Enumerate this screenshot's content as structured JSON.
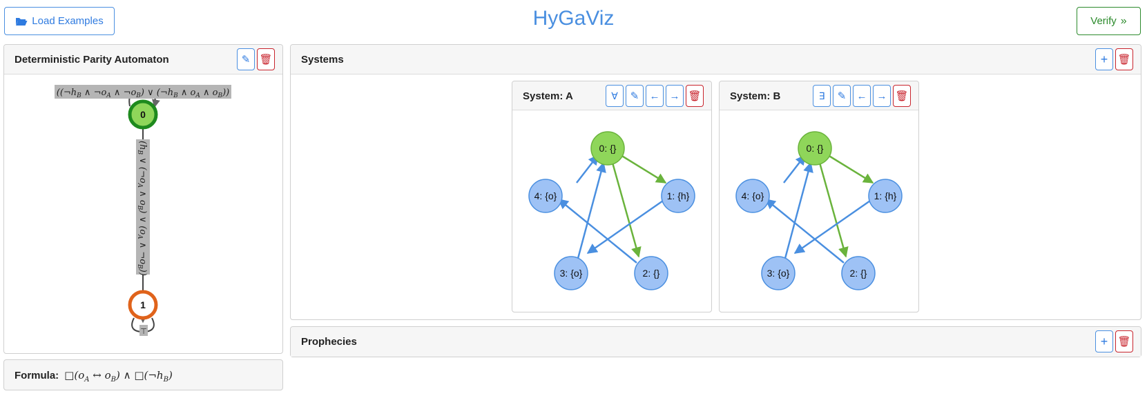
{
  "app": {
    "title": "HyGaViz"
  },
  "toolbar": {
    "load_examples_label": "Load Examples",
    "verify_label": "Verify"
  },
  "automaton": {
    "title": "Deterministic Parity Automaton",
    "states": [
      {
        "label": "0",
        "fill": "#8fd65a",
        "stroke": "#1e8a1e"
      },
      {
        "label": "1",
        "fill": "#ffffff",
        "stroke": "#e0631b"
      }
    ],
    "edges": {
      "self_loop_0": "((¬h_B ∧ ¬o_A ∧ ¬o_B) ∨ (¬h_B ∧ o_A ∧ o_B))",
      "edge_0_1": "(h_B ∨ (¬o_A ∧ o_B) ∨ (o_A ∧ ¬o_B))",
      "self_loop_1": "⊤"
    }
  },
  "formula": {
    "label": "Formula:",
    "text": "□(o_A ↔ o_B) ∧ □(¬h_B)"
  },
  "systems": {
    "title": "Systems",
    "items": [
      {
        "title": "System: A",
        "quantifier": "∀",
        "nodes": [
          "0: {}",
          "1: {h}",
          "2: {}",
          "3: {o}",
          "4: {o}"
        ]
      },
      {
        "title": "System: B",
        "quantifier": "∃",
        "nodes": [
          "0: {}",
          "1: {h}",
          "2: {}",
          "3: {o}",
          "4: {o}"
        ]
      }
    ]
  },
  "prophecies": {
    "title": "Prophecies"
  },
  "colors": {
    "accent": "#4a8fe0",
    "danger": "#c8232c",
    "success": "#2b8a2b",
    "node_initial": "#8fd65a",
    "node_default": "#9ec2f5",
    "edge_initial": "#6ab33c",
    "edge_default": "#4a8fe0"
  }
}
